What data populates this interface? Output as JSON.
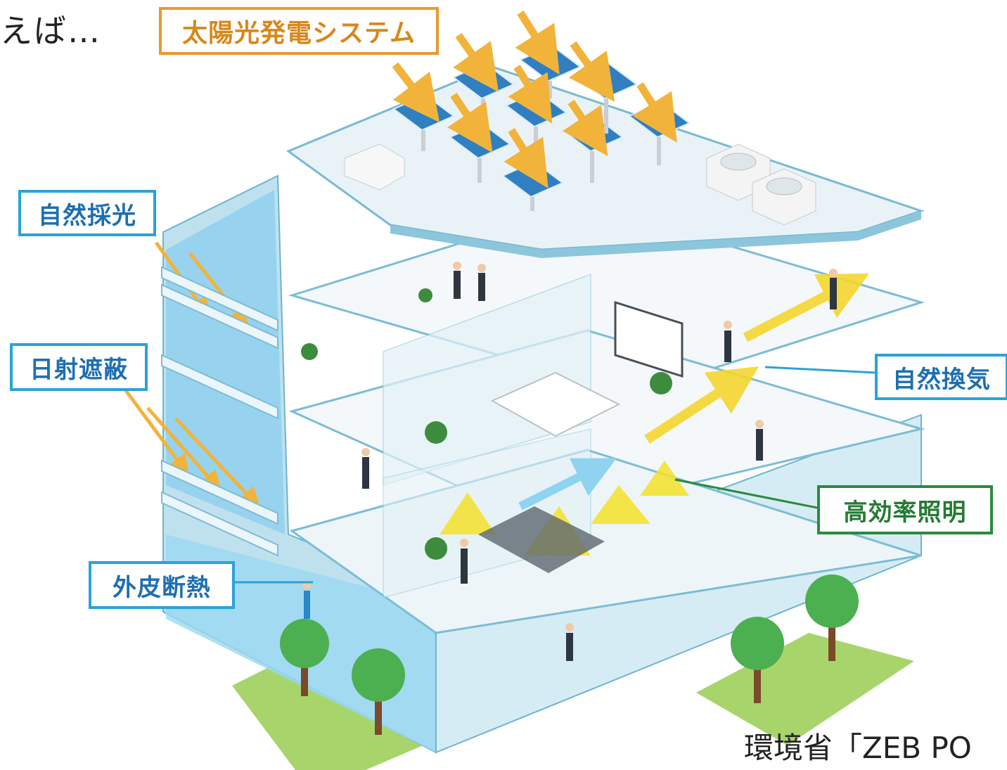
{
  "heading_partial": "えば…",
  "labels": {
    "solar": "太陽光発電システム",
    "daylight": "自然採光",
    "shading": "日射遮蔽",
    "insulation": "外皮断熱",
    "ventilation": "自然換気",
    "lighting": "高効率照明"
  },
  "source": "環境省「ZEB PO",
  "colors": {
    "blue_label": "#2aa3d9",
    "orange_label": "#e89a2c",
    "green_label": "#2b8a3e",
    "arrow_orange": "#f2b33a",
    "arrow_yellow": "#f4d630",
    "building_wall": "#bfe1ee",
    "glass": "#8fd0ee",
    "solar_panel": "#2f7fc1",
    "tree_green": "#4caf50",
    "grass": "#a8d56b"
  },
  "icons": [
    "sun-arrow-icon",
    "solar-panel-icon",
    "tree-icon",
    "person-icon",
    "lamp-light-icon"
  ]
}
